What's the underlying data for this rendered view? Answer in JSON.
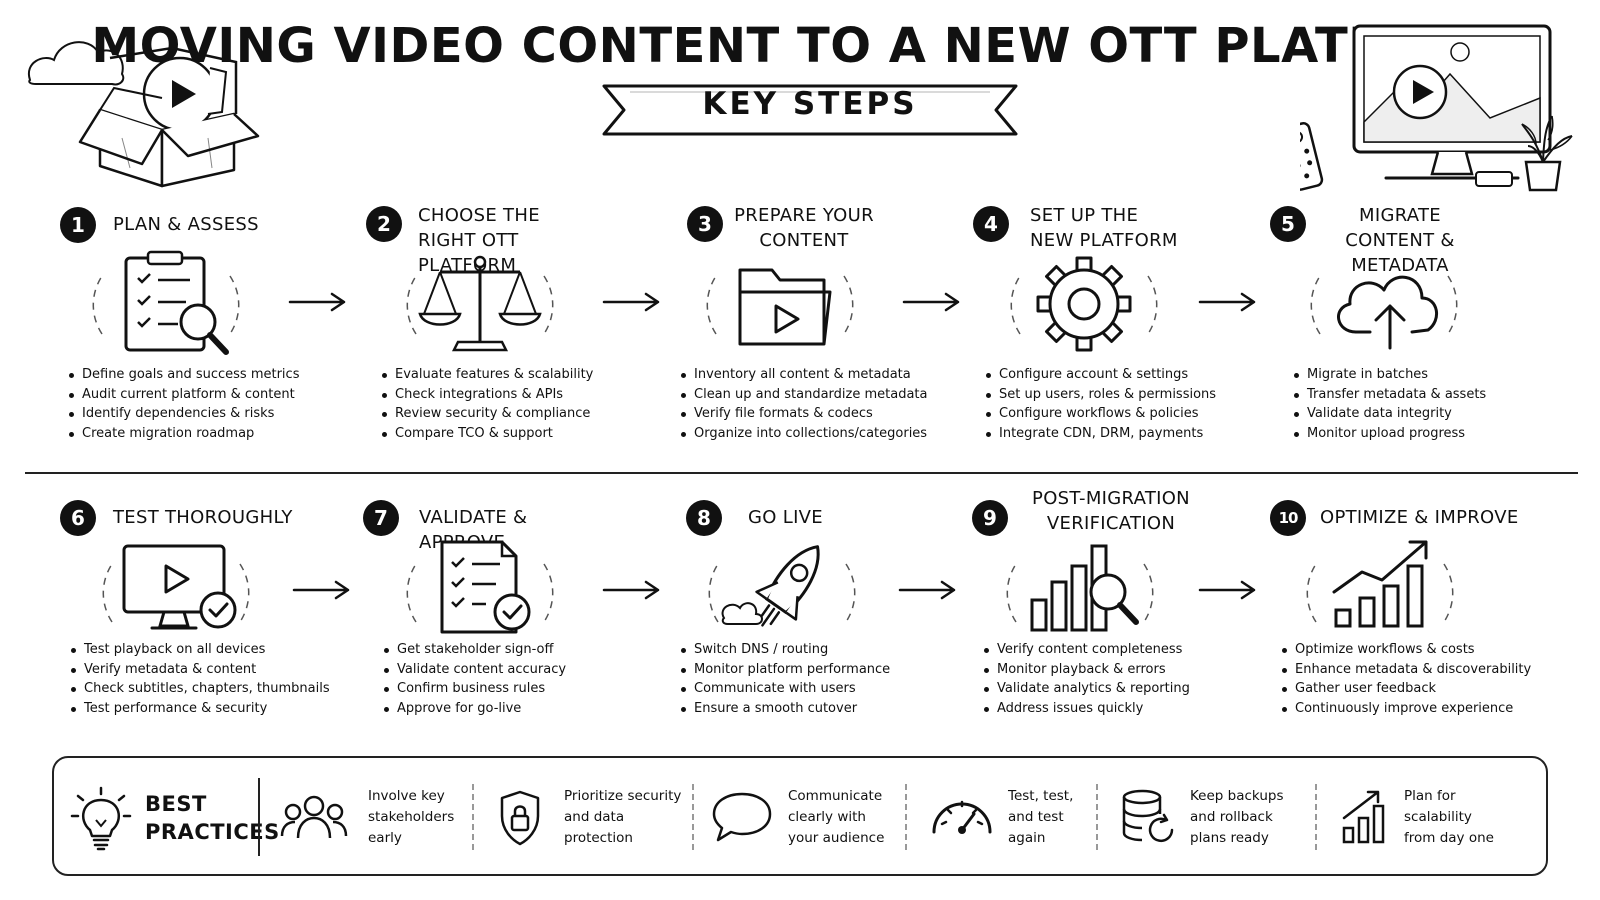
{
  "header": {
    "title": "MOVING VIDEO CONTENT TO A NEW OTT PLATFORM",
    "subtitle": "KEY STEPS"
  },
  "steps": [
    {
      "num": "1",
      "title": "PLAN & ASSESS",
      "icon": "clipboard-magnifier-icon",
      "bullets": [
        "Define goals and success metrics",
        "Audit current platform & content",
        "Identify dependencies & risks",
        "Create migration roadmap"
      ]
    },
    {
      "num": "2",
      "title": "CHOOSE THE RIGHT OTT PLATFORM",
      "icon": "scales-icon",
      "bullets": [
        "Evaluate features & scalability",
        "Check integrations & APIs",
        "Review security & compliance",
        "Compare TCO & support"
      ]
    },
    {
      "num": "3",
      "title": "PREPARE YOUR CONTENT",
      "icon": "video-folder-icon",
      "bullets": [
        "Inventory all content & metadata",
        "Clean up and standardize metadata",
        "Verify file formats & codecs",
        "Organize into collections/categories"
      ]
    },
    {
      "num": "4",
      "title": "SET UP THE NEW PLATFORM",
      "icon": "gear-icon",
      "bullets": [
        "Configure account & settings",
        "Set up users, roles & permissions",
        "Configure workflows & policies",
        "Integrate CDN, DRM, payments"
      ]
    },
    {
      "num": "5",
      "title": "MIGRATE CONTENT & METADATA",
      "icon": "cloud-upload-icon",
      "bullets": [
        "Migrate in batches",
        "Transfer metadata & assets",
        "Validate data integrity",
        "Monitor upload progress"
      ]
    },
    {
      "num": "6",
      "title": "TEST THOROUGHLY",
      "icon": "monitor-check-icon",
      "bullets": [
        "Test playback on all devices",
        "Verify metadata & content",
        "Check subtitles, chapters, thumbnails",
        "Test performance & security"
      ]
    },
    {
      "num": "7",
      "title": "VALIDATE & APPROVE",
      "icon": "checklist-approve-icon",
      "bullets": [
        "Get stakeholder sign-off",
        "Validate content accuracy",
        "Confirm business rules",
        "Approve for go-live"
      ]
    },
    {
      "num": "8",
      "title": "GO LIVE",
      "icon": "rocket-icon",
      "bullets": [
        "Switch DNS / routing",
        "Monitor platform performance",
        "Communicate with users",
        "Ensure a smooth cutover"
      ]
    },
    {
      "num": "9",
      "title": "POST-MIGRATION VERIFICATION",
      "icon": "bar-chart-magnifier-icon",
      "bullets": [
        "Verify content completeness",
        "Monitor playback & errors",
        "Validate analytics & reporting",
        "Address issues quickly"
      ]
    },
    {
      "num": "10",
      "title": "OPTIMIZE & IMPROVE",
      "icon": "growth-chart-icon",
      "bullets": [
        "Optimize workflows & costs",
        "Enhance metadata & discoverability",
        "Gather user feedback",
        "Continuously improve experience"
      ]
    }
  ],
  "best_practices": {
    "heading": "BEST PRACTICES",
    "items": [
      {
        "text": "Involve key\nstakeholders\nearly",
        "icon": "people-icon"
      },
      {
        "text": "Prioritize security\nand data\nprotection",
        "icon": "shield-lock-icon"
      },
      {
        "text": "Communicate\nclearly with\nyour audience",
        "icon": "speech-bubble-icon"
      },
      {
        "text": "Test, test,\nand test\nagain",
        "icon": "gauge-icon"
      },
      {
        "text": "Keep backups\nand rollback\nplans ready",
        "icon": "database-backup-icon"
      },
      {
        "text": "Plan for\nscalability\nfrom day one",
        "icon": "scalability-chart-icon"
      }
    ]
  }
}
